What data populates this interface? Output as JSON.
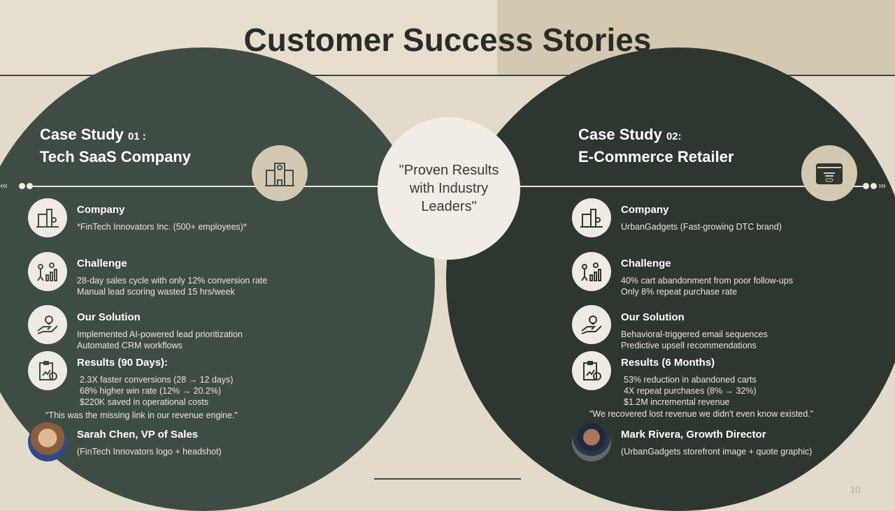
{
  "title": "Customer Success Stories",
  "center_quote": "\"Proven Results with Industry Leaders\"",
  "page_number": "10",
  "left": {
    "case_label": "Case Study",
    "case_num": "01 :",
    "case_name": "Tech SaaS Company",
    "company_h": "Company",
    "company_t": "*FinTech Innovators Inc. (500+ employees)*",
    "challenge_h": "Challenge",
    "challenge_t": "28-day sales cycle with only 12% conversion rate\nManual lead scoring wasted 15 hrs/week",
    "solution_h": "Our Solution",
    "solution_t": "Implemented AI-powered lead prioritization\nAutomated CRM workflows",
    "results_h": "Results (90 Days):",
    "results_t": "2.3X faster conversions (28 → 12 days)\n68% higher win rate (12% → 20.2%)\n$220K saved in operational costs",
    "quote": "\"This was the missing link in our revenue engine.\"",
    "person": "Sarah Chen, VP of Sales",
    "person_note": "(FinTech Innovators logo + headshot)"
  },
  "right": {
    "case_label": "Case Study",
    "case_num": "02:",
    "case_name": "E-Commerce Retailer",
    "company_h": "Company",
    "company_t": "UrbanGadgets (Fast-growing DTC brand)",
    "challenge_h": "Challenge",
    "challenge_t": "40% cart abandonment from poor follow-ups\nOnly 8% repeat purchase rate",
    "solution_h": "Our Solution",
    "solution_t": "Behavioral-triggered email sequences\nPredictive upsell recommendations",
    "results_h": "Results (6 Months)",
    "results_t": "53% reduction in abandoned carts\n4X repeat purchases (8% → 32%)\n$1.2M incremental revenue",
    "quote": "\"We recovered lost revenue we didn't even know existed.\"",
    "person": "Mark Rivera, Growth Director",
    "person_note": "(UrbanGadgets storefront image + quote graphic)"
  }
}
